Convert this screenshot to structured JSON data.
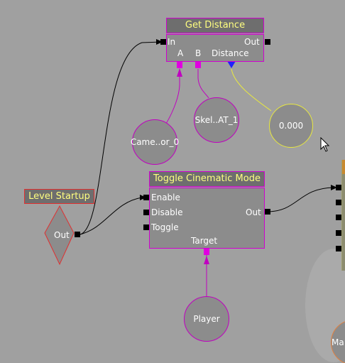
{
  "nodes": {
    "get_distance": {
      "title": "Get Distance",
      "in_label": "In",
      "out_label": "Out",
      "a_label": "A",
      "b_label": "B",
      "distance_label": "Distance"
    },
    "toggle_cinematic": {
      "title": "Toggle Cinematic Mode",
      "enable_label": "Enable",
      "disable_label": "Disable",
      "toggle_label": "Toggle",
      "out_label": "Out",
      "target_label": "Target"
    },
    "level_startup": {
      "title": "Level Startup",
      "out_label": "Out"
    }
  },
  "variables": {
    "camera": "Came..or_0",
    "skel": "Skel..AT_1",
    "float_value": "0.000",
    "player": "Player",
    "partial_right": "Ma"
  },
  "colors": {
    "background": "#a0a0a0",
    "node_border": "#d000d0",
    "title_text": "#ffff80",
    "event_border": "#e03030",
    "float_border": "#e8e840"
  }
}
